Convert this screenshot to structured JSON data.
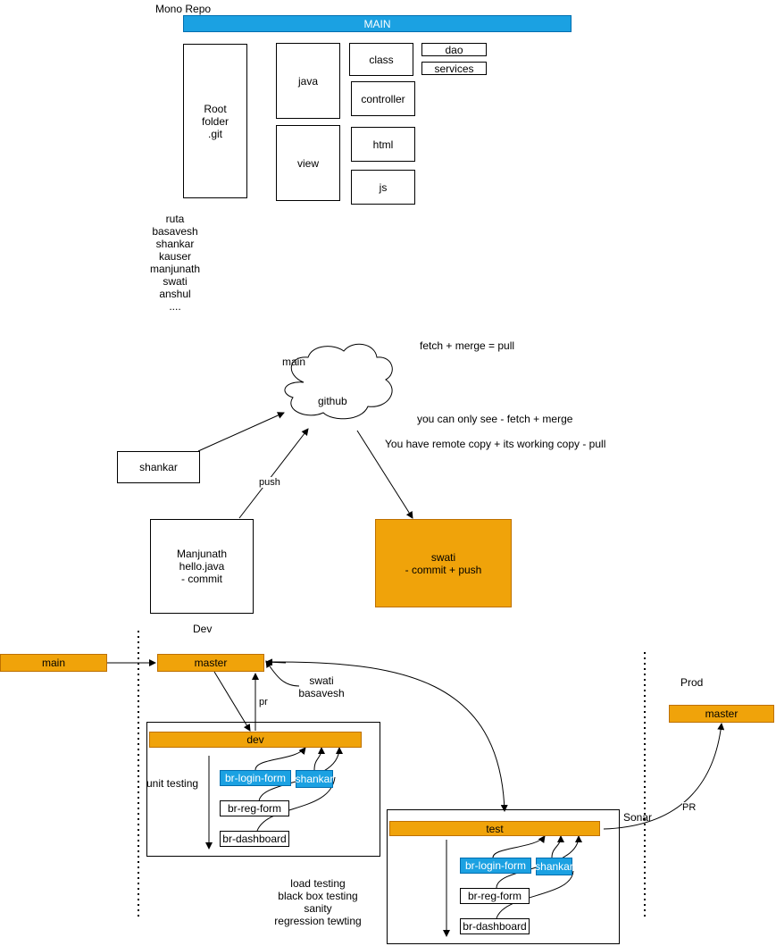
{
  "mono_repo": {
    "title": "Mono Repo",
    "main_bar": "MAIN",
    "root": "Root\nfolder\n.git",
    "java": "java",
    "view": "view",
    "class": "class",
    "controller": "controller",
    "html": "html",
    "js": "js",
    "dao": "dao",
    "services": "services",
    "people": "ruta\nbasavesh\nshankar\nkauser\nmanjunath\nswati\nanshul\n...."
  },
  "github_section": {
    "main_label": "main",
    "github": "github",
    "pull_formula": "fetch + merge = pull",
    "fetch_note": "you can only see - fetch + merge",
    "pull_note": "You have remote copy + its working copy - pull",
    "shankar": "shankar",
    "push_label": "push",
    "manjunath": "Manjunath\nhello.java\n - commit",
    "swati": "swati\n- commit + push"
  },
  "pipeline": {
    "dev_title": "Dev",
    "prod_title": "Prod",
    "sonar": "Sonar",
    "main": "main",
    "master": "master",
    "prod_master": "master",
    "swati_basavesh": "swati\nbasavesh",
    "pr": "pr",
    "PR": "PR",
    "dev": "dev",
    "test": "test",
    "unit_testing": "unit testing",
    "testing_list": "load testing\nblack box testing\nsanity\nregression tewting",
    "dev_branches": {
      "login": "br-login-form",
      "shankar": "shankar",
      "reg": "br-reg-form",
      "dashboard": "br-dashboard"
    },
    "test_branches": {
      "login": "br-login-form",
      "shankar": "shankar",
      "reg": "br-reg-form",
      "dashboard": "br-dashboard"
    }
  }
}
